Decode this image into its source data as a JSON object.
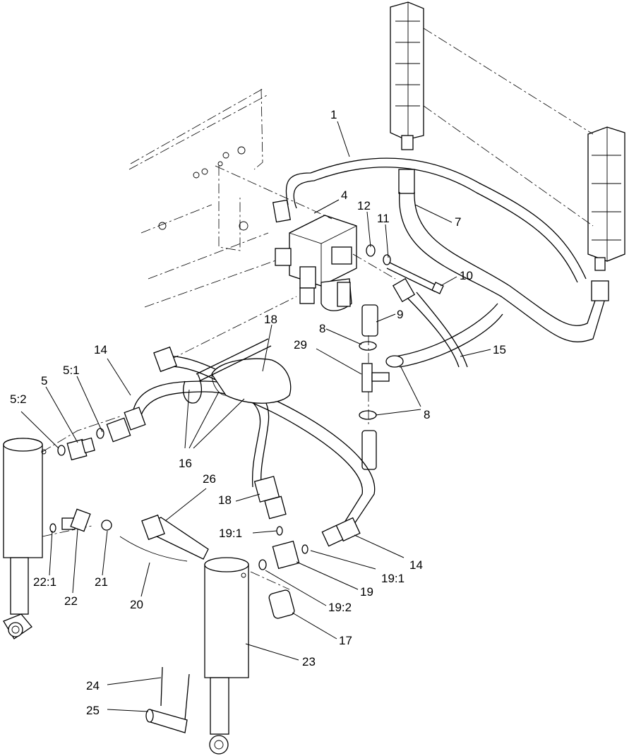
{
  "callouts": [
    {
      "id": "c1",
      "text": "1"
    },
    {
      "id": "c4",
      "text": "4"
    },
    {
      "id": "c7",
      "text": "7"
    },
    {
      "id": "c12",
      "text": "12"
    },
    {
      "id": "c11",
      "text": "11"
    },
    {
      "id": "c10",
      "text": "10"
    },
    {
      "id": "c9",
      "text": "9"
    },
    {
      "id": "c8a",
      "text": "8"
    },
    {
      "id": "c29",
      "text": "29"
    },
    {
      "id": "c15",
      "text": "15"
    },
    {
      "id": "c8b",
      "text": "8"
    },
    {
      "id": "c18a",
      "text": "18"
    },
    {
      "id": "c14a",
      "text": "14"
    },
    {
      "id": "c51",
      "text": "5:1"
    },
    {
      "id": "c5",
      "text": "5"
    },
    {
      "id": "c52",
      "text": "5:2"
    },
    {
      "id": "c16",
      "text": "16"
    },
    {
      "id": "c26",
      "text": "26"
    },
    {
      "id": "c18b",
      "text": "18"
    },
    {
      "id": "c191a",
      "text": "19:1"
    },
    {
      "id": "c14b",
      "text": "14"
    },
    {
      "id": "c191b",
      "text": "19:1"
    },
    {
      "id": "c19",
      "text": "19"
    },
    {
      "id": "c192",
      "text": "19:2"
    },
    {
      "id": "c17",
      "text": "17"
    },
    {
      "id": "c221",
      "text": "22:1"
    },
    {
      "id": "c22",
      "text": "22"
    },
    {
      "id": "c21",
      "text": "21"
    },
    {
      "id": "c20",
      "text": "20"
    },
    {
      "id": "c23",
      "text": "23"
    },
    {
      "id": "c24",
      "text": "24"
    },
    {
      "id": "c25",
      "text": "25"
    }
  ]
}
